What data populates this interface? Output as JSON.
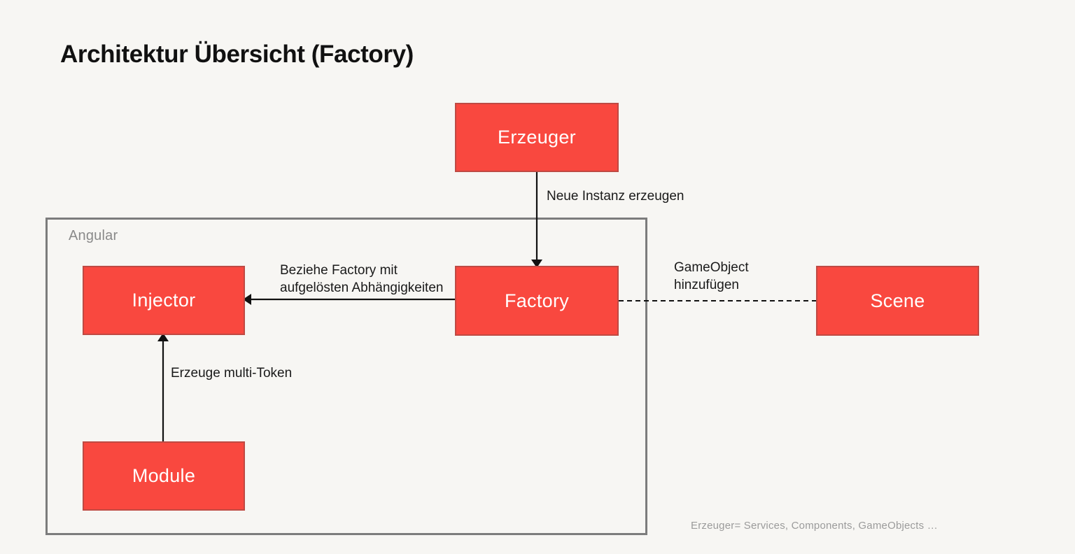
{
  "title": "Architektur Übersicht (Factory)",
  "colors": {
    "background": "#f7f6f3",
    "node_fill": "#f9483f",
    "node_border": "#bf4a43",
    "node_text": "#ffffff",
    "container_border": "#7c7c7c",
    "container_label": "#8a8a8a",
    "edge": "#111111",
    "footnote": "#9b9b9b"
  },
  "container": {
    "label": "Angular"
  },
  "nodes": {
    "erzeuger": "Erzeuger",
    "injector": "Injector",
    "factory": "Factory",
    "scene": "Scene",
    "module": "Module"
  },
  "edges": {
    "neue_instanz": "Neue Instanz erzeugen",
    "beziehe_factory": "Beziehe Factory mit aufgelösten Abhängigkeiten",
    "erzeuge_multi_token": "Erzeuge multi-Token",
    "gameobject_hinzufuegen": "GameObject hinzufügen"
  },
  "footnote": "Erzeuger= Services, Components, GameObjects …"
}
